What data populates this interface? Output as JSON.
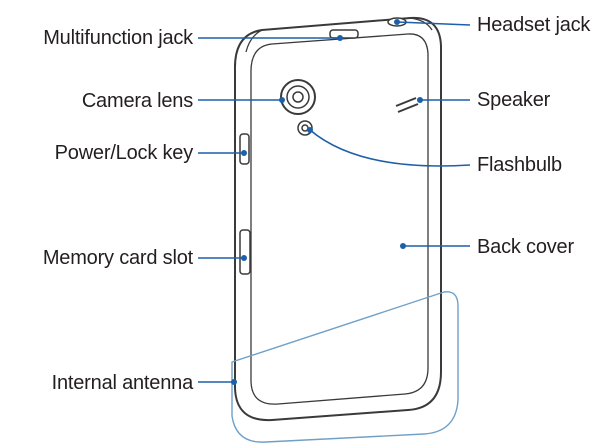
{
  "diagram": {
    "labels": {
      "multifunction_jack": "Multifunction jack",
      "camera_lens": "Camera lens",
      "power_lock_key": "Power/Lock key",
      "memory_card_slot": "Memory card slot",
      "internal_antenna": "Internal antenna",
      "headset_jack": "Headset jack",
      "speaker": "Speaker",
      "flashbulb": "Flashbulb",
      "back_cover": "Back cover"
    },
    "colors": {
      "phone_outline": "#3a3a3a",
      "leader_line": "#1d5fa8",
      "antenna_outline": "#6fa0c8",
      "text": "#231f20"
    }
  }
}
